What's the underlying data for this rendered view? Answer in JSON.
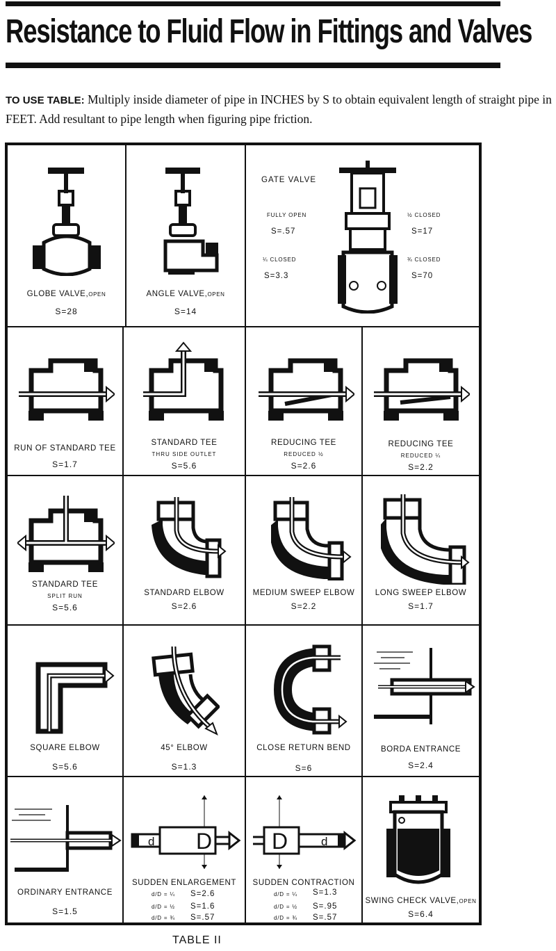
{
  "title": "Resistance to Fluid Flow in Fittings and Valves",
  "intro": {
    "lead": "TO USE TABLE:",
    "text": " Multiply inside diameter of pipe in INCHES by S to obtain equivalent length of straight pipe in FEET. Add resultant to pipe length when figuring pipe friction."
  },
  "caption": "TABLE II",
  "rows": [
    {
      "cells": [
        {
          "name": "GLOBE VALVE,",
          "note": "OPEN",
          "s": "S=28"
        },
        {
          "name": "ANGLE VALVE,",
          "note": "OPEN",
          "s": "S=14"
        },
        {
          "name": "GATE VALVE",
          "states": [
            {
              "label": "FULLY OPEN",
              "s": "S=.57"
            },
            {
              "label": "½ CLOSED",
              "s": "S=17"
            },
            {
              "label": "¼ CLOSED",
              "s": "S=3.3"
            },
            {
              "label": "¾ CLOSED",
              "s": "S=70"
            }
          ]
        }
      ]
    },
    {
      "cells": [
        {
          "name": "RUN OF STANDARD TEE",
          "s": "S=1.7"
        },
        {
          "name": "STANDARD TEE",
          "sub": "THRU SIDE OUTLET",
          "s": "S=5.6"
        },
        {
          "name": "REDUCING TEE",
          "sub": "REDUCED ½",
          "s": "S=2.6"
        },
        {
          "name": "REDUCING TEE",
          "sub": "REDUCED ¼",
          "s": "S=2.2"
        }
      ]
    },
    {
      "cells": [
        {
          "name": "STANDARD TEE",
          "sub": "SPLIT RUN",
          "s": "S=5.6"
        },
        {
          "name": "STANDARD ELBOW",
          "s": "S=2.6"
        },
        {
          "name": "MEDIUM SWEEP ELBOW",
          "s": "S=2.2"
        },
        {
          "name": "LONG SWEEP ELBOW",
          "s": "S=1.7"
        }
      ]
    },
    {
      "cells": [
        {
          "name": "SQUARE ELBOW",
          "s": "S=5.6"
        },
        {
          "name": "45° ELBOW",
          "s": "S=1.3"
        },
        {
          "name": "CLOSE RETURN BEND",
          "s": "S=6"
        },
        {
          "name": "BORDA ENTRANCE",
          "s": "S=2.4"
        }
      ]
    },
    {
      "cells": [
        {
          "name": "ORDINARY ENTRANCE",
          "s": "S=1.5"
        },
        {
          "name": "SUDDEN ENLARGEMENT",
          "big": "D",
          "smallLetter": "d",
          "ratios": [
            {
              "r": "d/D = ¼",
              "s": "S=2.6"
            },
            {
              "r": "d/D = ½",
              "s": "S=1.6"
            },
            {
              "r": "d/D = ¾",
              "s": "S=.57"
            }
          ]
        },
        {
          "name": "SUDDEN CONTRACTION",
          "big": "D",
          "smallLetter": "d",
          "ratios": [
            {
              "r": "d/D = ¼",
              "s": "S=1.3"
            },
            {
              "r": "d/D = ½",
              "s": "S=.95"
            },
            {
              "r": "d/D = ¾",
              "s": "S=.57"
            }
          ]
        },
        {
          "name": "SWING CHECK VALVE,",
          "note": "OPEN",
          "s": "S=6.4"
        }
      ]
    }
  ]
}
